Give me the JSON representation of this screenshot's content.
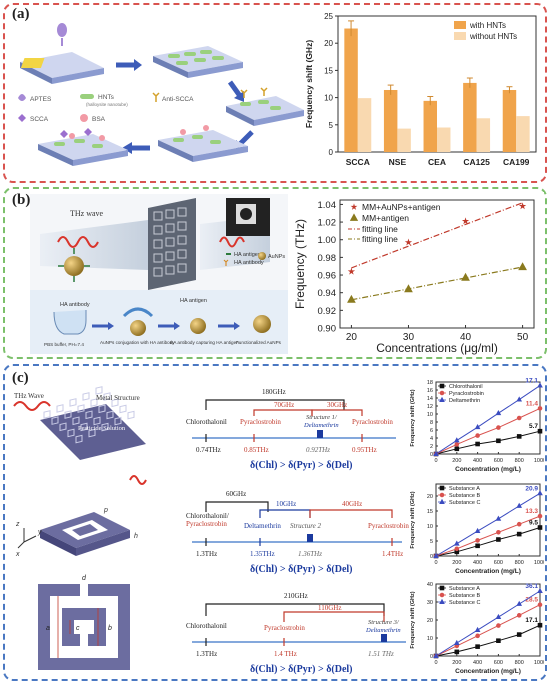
{
  "panel_a": {
    "label": "(a)",
    "legend_items": [
      {
        "name": "APTES"
      },
      {
        "name": "HNTs",
        "note": "(halloysite nanotube)"
      },
      {
        "name": "Anti-SCCA"
      },
      {
        "name": "SCCA"
      },
      {
        "name": "BSA"
      }
    ]
  },
  "panel_b": {
    "label": "(b)",
    "thz_label": "THz wave",
    "steps": [
      "PBS buffer, PH=7.4",
      "AuNPs conjugation with HA antibody",
      "HA antibody capturing HA antigen",
      "Functionalized AuNPs"
    ],
    "legend": [
      "HA antigen",
      "HA antibody",
      "AuNPs"
    ],
    "labels": [
      "HA antibody",
      "HA antigen"
    ]
  },
  "panel_c": {
    "label": "(c)",
    "thz_label": "THz Wave",
    "metal_label": "Metal Structure",
    "pesticide_label": "Pesticide Solution",
    "dim_labels": {
      "p": "p",
      "h": "h",
      "x": "x",
      "y": "y",
      "z": "z",
      "a": "a",
      "b": "b",
      "c": "c",
      "d": "d"
    },
    "diagrams": [
      {
        "gaps": [
          "180GHz",
          "70GHz",
          "30GHz"
        ],
        "names": [
          "Chlorothalonil",
          "Pyraclostrobin",
          "Structure 1/",
          "Deltamethrin",
          "Pyraclostrobin"
        ],
        "freqs": [
          "0.74THz",
          "0.85THz",
          "0.92THz",
          "0.95THz"
        ],
        "order": "δ(Chl) > δ(Pyr) > δ(Del)"
      },
      {
        "gaps": [
          "60GHz",
          "10GHz",
          "40GHz"
        ],
        "names": [
          "Chlorothalonil/",
          "Pyraclostrobin",
          "Deltamethrin",
          "Structure 2",
          "Pyraclostrobin"
        ],
        "freqs": [
          "1.3THz",
          "1.35THz",
          "1.36THz",
          "1.4THz"
        ],
        "order": "δ(Chl) > δ(Pyr) > δ(Del)"
      },
      {
        "gaps": [
          "210GHz",
          "110GHz"
        ],
        "names": [
          "Chlorothalonil",
          "Pyraclostrobin",
          "Structure 3/",
          "Deltamethrin"
        ],
        "freqs": [
          "1.3THz",
          "1.4 THz",
          "1.51 THz"
        ],
        "order": "δ(Chl) > δ(Pyr) > δ(Del)"
      }
    ]
  },
  "chart_data": [
    {
      "type": "bar",
      "categories": [
        "SCCA",
        "NSE",
        "CEA",
        "CA125",
        "CA199"
      ],
      "series": [
        {
          "name": "with HNTs",
          "values": [
            22.7,
            11.4,
            9.4,
            12.7,
            11.4
          ],
          "errors": [
            1.4,
            0.9,
            0.8,
            0.9,
            0.6
          ],
          "color": "#f0a44b"
        },
        {
          "name": "without HNTs",
          "values": [
            9.9,
            4.3,
            4.5,
            6.2,
            6.6
          ],
          "errors": [
            0,
            0,
            0,
            0,
            0
          ],
          "color": "#f9d9b0"
        }
      ],
      "ylabel": "Frequency shift (GHz)",
      "ylim": [
        0,
        25
      ],
      "yticks": [
        0,
        5,
        10,
        15,
        20,
        25
      ]
    },
    {
      "type": "scatter",
      "series": [
        {
          "name": "MM+AuNPs+antigen",
          "x": [
            20,
            30,
            40,
            50
          ],
          "y": [
            0.964,
            0.997,
            1.021,
            1.038
          ],
          "color": "#c0392b",
          "marker": "star"
        },
        {
          "name": "MM+antigen",
          "x": [
            20,
            30,
            40,
            50
          ],
          "y": [
            0.932,
            0.944,
            0.957,
            0.969
          ],
          "color": "#8a7a1e",
          "marker": "triangle"
        }
      ],
      "fit_labels": [
        "fitting line",
        "fitting line"
      ],
      "xlabel": "Concentrations (μg/ml)",
      "ylabel": "Frequency (THz)",
      "xlim": [
        18,
        52
      ],
      "ylim": [
        0.9,
        1.045
      ],
      "xticks": [
        20,
        30,
        40,
        50
      ],
      "yticks": [
        0.9,
        0.92,
        0.94,
        0.96,
        0.98,
        1.0,
        1.02,
        1.04
      ]
    },
    {
      "type": "line",
      "series": [
        {
          "name": "Chlorothalonil",
          "x": [
            0,
            200,
            400,
            600,
            800,
            1000
          ],
          "y": [
            0,
            1.3,
            2.5,
            3.3,
            4.4,
            5.7
          ],
          "color": "#111111",
          "marker": "square"
        },
        {
          "name": "Pyraclostrobin",
          "x": [
            0,
            200,
            400,
            600,
            800,
            1000
          ],
          "y": [
            0,
            2.4,
            4.6,
            6.6,
            9.0,
            11.4
          ],
          "color": "#d9534f",
          "marker": "circle"
        },
        {
          "name": "Deltamethrin",
          "x": [
            0,
            200,
            400,
            600,
            800,
            1000
          ],
          "y": [
            0,
            3.4,
            6.7,
            10.2,
            13.6,
            17.1
          ],
          "color": "#3b4cc0",
          "marker": "triangle"
        }
      ],
      "end_labels": [
        "5.7",
        "11.4",
        "17.1"
      ],
      "xlabel": "Concentration (mg/L)",
      "ylabel": "Frequency shift (GHz)",
      "xlim": [
        0,
        1000
      ],
      "ylim": [
        0,
        18
      ],
      "xticks": [
        0,
        200,
        400,
        600,
        800,
        1000
      ],
      "yticks": [
        0,
        2,
        4,
        6,
        8,
        10,
        12,
        14,
        16,
        18
      ]
    },
    {
      "type": "line",
      "series": [
        {
          "name": "Substance A",
          "x": [
            0,
            200,
            400,
            600,
            800,
            1000
          ],
          "y": [
            0,
            1.4,
            3.4,
            5.5,
            7.3,
            9.5
          ],
          "color": "#111111",
          "marker": "square"
        },
        {
          "name": "Substance B",
          "x": [
            0,
            200,
            400,
            600,
            800,
            1000
          ],
          "y": [
            0,
            2.4,
            5.2,
            7.9,
            10.6,
            13.3
          ],
          "color": "#d9534f",
          "marker": "circle"
        },
        {
          "name": "Substance C",
          "x": [
            0,
            200,
            400,
            600,
            800,
            1000
          ],
          "y": [
            0,
            4.1,
            8.3,
            12.4,
            16.7,
            20.9
          ],
          "color": "#3b4cc0",
          "marker": "triangle"
        }
      ],
      "end_labels": [
        "9.5",
        "13.3",
        "20.9"
      ],
      "xlabel": "Concentration (mg/L)",
      "ylabel": "Frequency shift (GHz)",
      "xlim": [
        0,
        1000
      ],
      "ylim": [
        0,
        24
      ],
      "xticks": [
        0,
        200,
        400,
        600,
        800,
        1000
      ],
      "yticks": [
        0,
        5,
        10,
        15,
        20
      ]
    },
    {
      "type": "line",
      "series": [
        {
          "name": "Substance A",
          "x": [
            0,
            200,
            400,
            600,
            800,
            1000
          ],
          "y": [
            0,
            2.3,
            5.2,
            8.5,
            11.9,
            17.1
          ],
          "color": "#111111",
          "marker": "square"
        },
        {
          "name": "Substance B",
          "x": [
            0,
            200,
            400,
            600,
            800,
            1000
          ],
          "y": [
            0,
            5.6,
            11.2,
            16.9,
            22.6,
            28.5
          ],
          "color": "#d9534f",
          "marker": "circle"
        },
        {
          "name": "Substance C",
          "x": [
            0,
            200,
            400,
            600,
            800,
            1000
          ],
          "y": [
            0,
            7.2,
            14.4,
            21.6,
            28.9,
            36.1
          ],
          "color": "#3b4cc0",
          "marker": "triangle"
        }
      ],
      "end_labels": [
        "17.1",
        "28.5",
        "36.1"
      ],
      "xlabel": "Concentration (mg/L)",
      "ylabel": "Frequency shift (GHz)",
      "xlim": [
        0,
        1000
      ],
      "ylim": [
        0,
        40
      ],
      "xticks": [
        0,
        200,
        400,
        600,
        800,
        1000
      ],
      "yticks": [
        0,
        10,
        20,
        30,
        40
      ]
    }
  ]
}
